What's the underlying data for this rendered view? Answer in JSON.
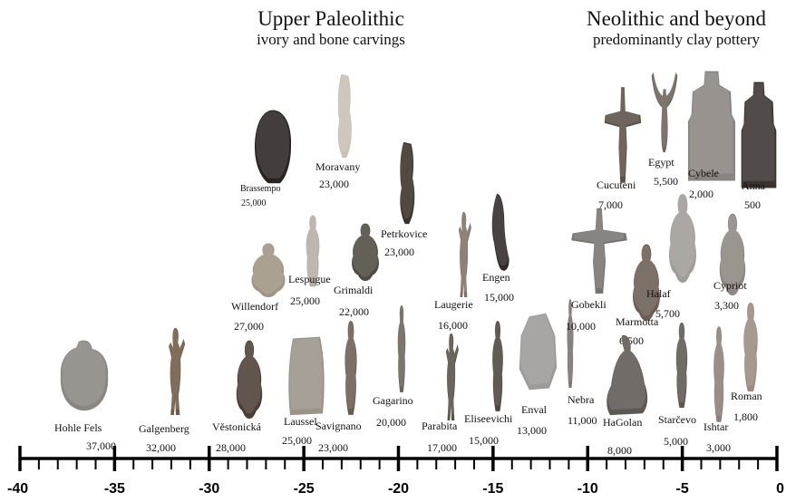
{
  "headers": {
    "paleolithic_title": "Upper Paleolithic",
    "paleolithic_subtitle": "ivory and bone carvings",
    "neolithic_title": "Neolithic and beyond",
    "neolithic_subtitle": "predominantly clay pottery"
  },
  "axis": {
    "range": [
      -40,
      0
    ],
    "major_ticks": [
      -40,
      -35,
      -30,
      -25,
      -20,
      -15,
      -10,
      -5,
      0
    ],
    "tick_labels": [
      "-40",
      "-35",
      "-30",
      "-25",
      "-20",
      "-15",
      "-10",
      "-5",
      "0"
    ],
    "line_color": "#000000"
  },
  "figurines": [
    {
      "name": "Hohle Fels",
      "date": "37,000",
      "color": "#8a8680"
    },
    {
      "name": "Galgenberg",
      "date": "32,000",
      "color": "#6f5a45"
    },
    {
      "name": "Věstonická",
      "date": "28,000",
      "color": "#4a3f36"
    },
    {
      "name": "Laussel",
      "date": "25,000",
      "color": "#9a938a"
    },
    {
      "name": "Savignano",
      "date": "23,000",
      "color": "#6a5d50"
    },
    {
      "name": "Willendorf",
      "date": "27,000",
      "color": "#a09485"
    },
    {
      "name": "Lespugue",
      "date": "25,000",
      "color": "#b4aea6"
    },
    {
      "name": "Grimaldi",
      "date": "22,000",
      "color": "#4e4a40"
    },
    {
      "name": "Brassempo",
      "date": "25,000",
      "color": "#2a2420"
    },
    {
      "name": "Moravany",
      "date": "23,000",
      "color": "#c8c0b4"
    },
    {
      "name": "Petrkovice",
      "date": "23,000",
      "color": "#3a3128"
    },
    {
      "name": "Gagarino",
      "date": "20,000",
      "color": "#6a6258"
    },
    {
      "name": "Parabita",
      "date": "17,000",
      "color": "#585048"
    },
    {
      "name": "Laugerie",
      "date": "16,000",
      "color": "#7d7163"
    },
    {
      "name": "Engen",
      "date": "15,000",
      "color": "#2e2a28"
    },
    {
      "name": "Eliseevichi",
      "date": "15,000",
      "color": "#4d453d"
    },
    {
      "name": "Enval",
      "date": "13,000",
      "color": "#9d9a98"
    },
    {
      "name": "Nebra",
      "date": "11,000",
      "color": "#78726a"
    },
    {
      "name": "Gobekli",
      "date": "10,000",
      "color": "#777370"
    },
    {
      "name": "Marmotta",
      "date": "6,500",
      "color": "#6c5e52"
    },
    {
      "name": "HaGolan",
      "date": "8,000",
      "color": "#5e5853"
    },
    {
      "name": "Cucuteni",
      "date": "7,000",
      "color": "#5a5148"
    },
    {
      "name": "Egypt",
      "date": "5,500",
      "color": "#6b645c"
    },
    {
      "name": "Halaf",
      "date": "5,700",
      "color": "#a09c98"
    },
    {
      "name": "Starčevo",
      "date": "5,000",
      "color": "#5d574f"
    },
    {
      "name": "Cybele",
      "date": "2,000",
      "color": "#8a8580"
    },
    {
      "name": "Cypriot",
      "date": "3,300",
      "color": "#8d8780"
    },
    {
      "name": "Ishtar",
      "date": "3,000",
      "color": "#8a8178"
    },
    {
      "name": "Anna",
      "date": "500",
      "color": "#3a3430"
    },
    {
      "name": "Roman",
      "date": "1,800",
      "color": "#9a8d80"
    }
  ]
}
